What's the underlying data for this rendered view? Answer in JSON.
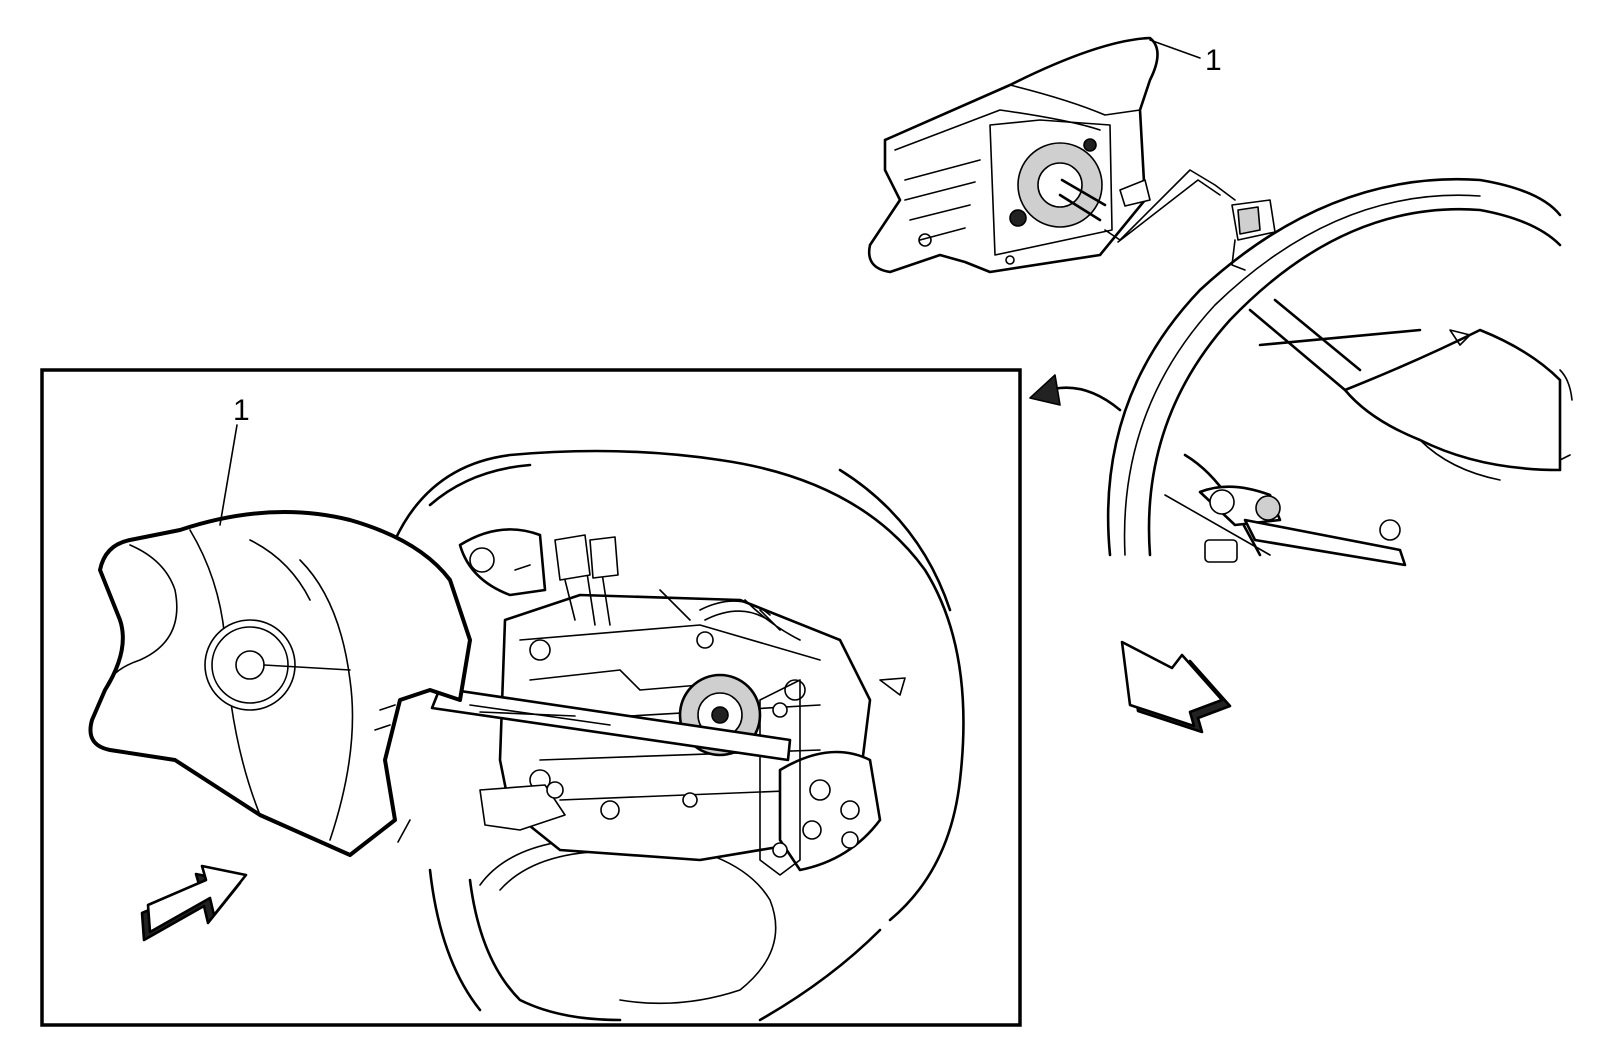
{
  "diagram": {
    "callouts": [
      {
        "id": "top",
        "label": "1"
      },
      {
        "id": "inset",
        "label": "1"
      }
    ],
    "column_label": "",
    "colors": {
      "line": "#000000",
      "background": "#ffffff",
      "arrow_fill": "#ffffff",
      "arrow_shadow": "#000000"
    }
  }
}
